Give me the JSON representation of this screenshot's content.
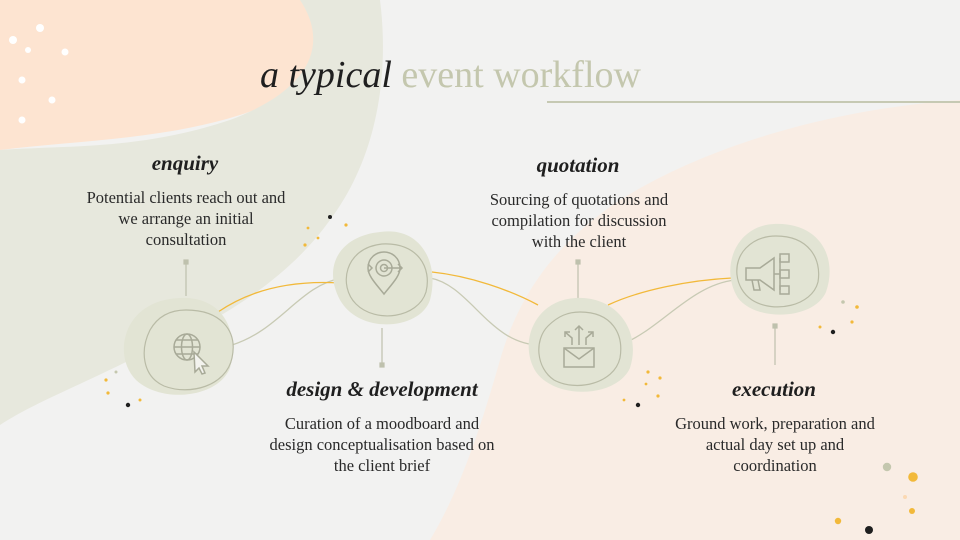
{
  "slide": {
    "title_part1": "a typical",
    "title_part2": "event workflow"
  },
  "steps": [
    {
      "title": "enquiry",
      "description": "Potential clients reach out and we arrange an initial consultation",
      "icon": "globe-cursor-icon"
    },
    {
      "title": "design & development",
      "description": "Curation of a moodboard and design conceptualisation based on the client brief",
      "icon": "target-location-icon"
    },
    {
      "title": "quotation",
      "description": "Sourcing of quotations and compilation for discussion with the client",
      "icon": "mail-arrows-icon"
    },
    {
      "title": "execution",
      "description": "Ground work, preparation and actual day set up and coordination",
      "icon": "megaphone-list-icon"
    }
  ],
  "colors": {
    "background": "#f2f2f1",
    "peach_blob": "#fde4d1",
    "sage_blob": "#e7e8dd",
    "light_peach": "#f9ede4",
    "accent_sage": "#c4c7ae",
    "accent_yellow": "#f2b93a",
    "icon_stroke": "#a8aa98"
  }
}
